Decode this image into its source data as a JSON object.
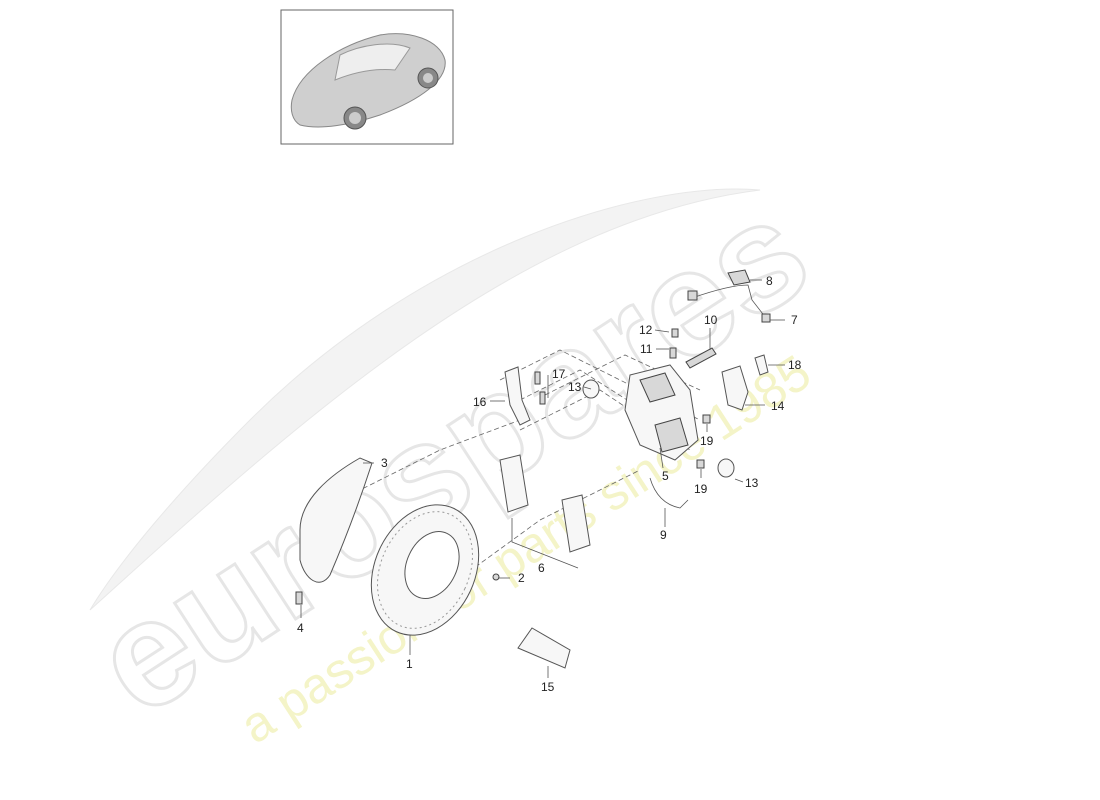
{
  "watermark": {
    "brand": "eurospares",
    "tagline": "a passion for parts since 1985"
  },
  "thumbnail": {
    "subject": "car-thumbnail"
  },
  "callouts": [
    "1",
    "2",
    "3",
    "4",
    "5",
    "6",
    "7",
    "8",
    "9",
    "10",
    "11",
    "12",
    "13",
    "13",
    "14",
    "15",
    "16",
    "17",
    "18",
    "19",
    "19"
  ],
  "colors": {
    "line": "#555555",
    "watermark_grey": "#e6e6e6",
    "watermark_yellow": "#f4f4c8"
  }
}
